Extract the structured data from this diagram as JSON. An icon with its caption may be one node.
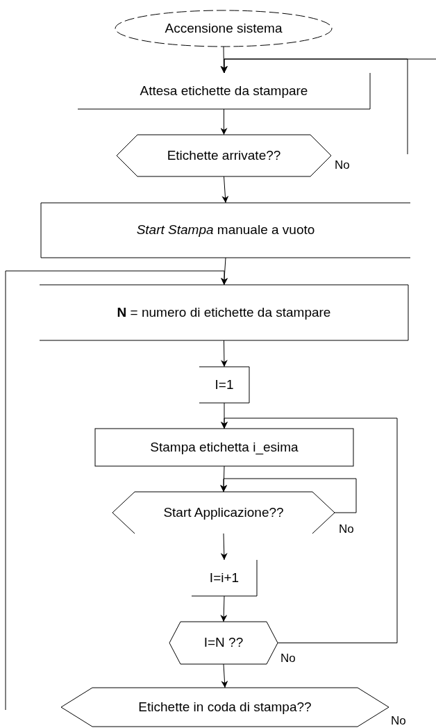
{
  "diagram": {
    "nodes": [
      {
        "text": [
          "Accensione sistema"
        ]
      },
      {
        "text": [
          "Attesa etichette da stampare"
        ]
      },
      {
        "text": [
          "Etichette arrivate??"
        ],
        "beside": [
          "No"
        ]
      },
      {
        "text": [
          "*Start Stampa* manuale a vuoto"
        ]
      },
      {
        "text": [
          "**N** = numero di etichette da stampare"
        ]
      },
      {
        "text": [
          "I=1"
        ]
      },
      {
        "text": [
          "Stampa etichetta i_esima"
        ]
      },
      {
        "text": [
          "Start Applicazione??"
        ],
        "beside": [
          "No"
        ]
      },
      {
        "text": [
          "I=i+1"
        ]
      },
      {
        "text": [
          "I=N ??"
        ],
        "beside": [
          "No"
        ]
      },
      {
        "text": [
          "Etichette in coda di stampa??"
        ],
        "beside": [
          "No"
        ]
      }
    ],
    "edges": [
      {
        "from": 0,
        "to": 1,
        "arrow": "to"
      },
      {
        "from": null,
        "to": 1,
        "arrow": "to"
      },
      {
        "from": null,
        "to": 1,
        "arrow": "to"
      },
      {
        "from": 2,
        "to": 3,
        "arrow": "to"
      },
      {
        "from": 3,
        "to": 4,
        "arrow": "to"
      },
      {
        "from": null,
        "to": 4,
        "arrow": "to"
      },
      {
        "from": 4,
        "to": 5,
        "arrow": "to"
      },
      {
        "from": 5,
        "to": 6,
        "arrow": "to"
      },
      {
        "from": 9,
        "to": 6,
        "arrow": "to"
      },
      {
        "from": 6,
        "to": 7,
        "arrow": "to"
      },
      {
        "from": 7,
        "to": 7,
        "arrow": "to"
      },
      {
        "from": 7,
        "to": 8,
        "arrow": "to"
      },
      {
        "from": 8,
        "to": 9,
        "arrow": "to"
      },
      {
        "from": 9,
        "to": 10,
        "arrow": "to"
      },
      {
        "from": 1,
        "to": 2,
        "arrow": "to"
      }
    ]
  }
}
